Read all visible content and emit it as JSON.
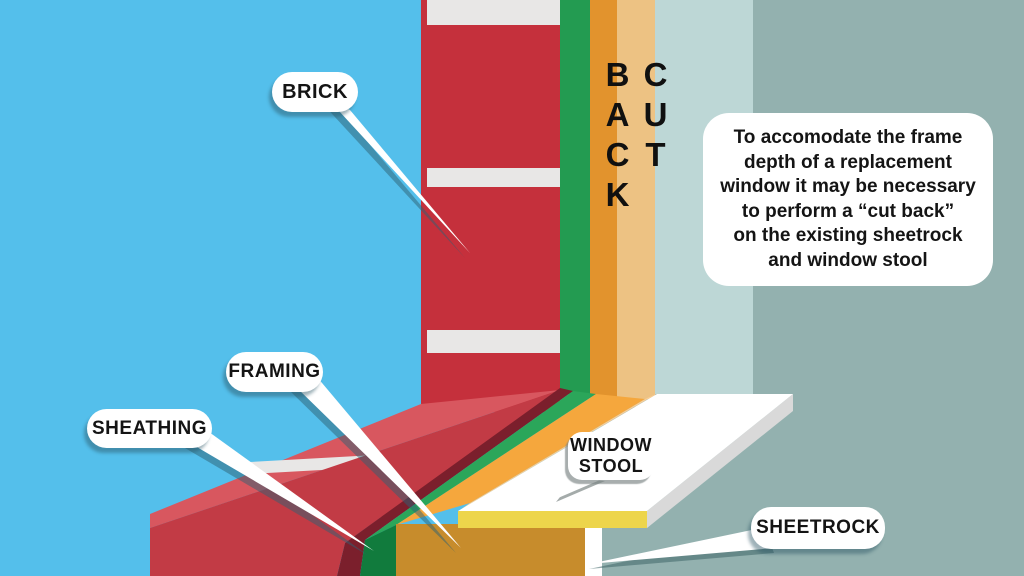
{
  "callouts": {
    "brick": "BRICK",
    "framing": "FRAMING",
    "sheathing": "SHEATHING",
    "window_stool": "WINDOW\nSTOOL",
    "sheetrock": "SHEETROCK"
  },
  "cut_back_label": "CUT BACK",
  "note": {
    "text": "To accomodate the frame\ndepth of a replacement\nwindow it may be necessary\nto perform a “cut back”\non the existing sheetrock\nand window stool"
  },
  "colors": {
    "sky": "#54BFEB",
    "light_wall": "#BDD7D6",
    "dark_wall": "#93B1AF",
    "brick": "#C5303C",
    "mortar": "#E8E7E6",
    "mortar_cap": "#B9BEC3",
    "green_strip": "#239B51",
    "green_band": "#2BA65A",
    "green_front": "#117B3D",
    "orange_strip": "#E2932D",
    "orange_band": "#F5A73D",
    "orange_front": "#C78C2C",
    "tan_strip": "#EDC283",
    "peach_band": "#F8CE97",
    "brick_top_face": "#D8575F",
    "brick_front_face": "#C23B45",
    "maroon_gap": "#7B1F2C",
    "stool_white": "#FFFFFF",
    "stool_yellow": "#EDD54B",
    "stool_gray": "#D9D9D9",
    "sheetrock_edge": "#FFFFFF",
    "text": "#141414"
  }
}
